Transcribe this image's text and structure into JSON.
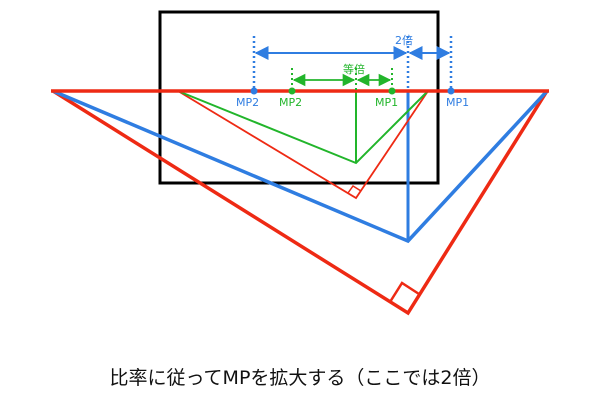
{
  "labels": {
    "blue_mp2": "MP2",
    "blue_mp1": "MP1",
    "green_mp2": "MP2",
    "green_mp1": "MP1",
    "blue_scale": "2倍",
    "green_scale": "等倍"
  },
  "caption": "比率に従ってMPを拡大する（ここでは2倍）",
  "colors": {
    "red": "#ee2a14",
    "blue": "#2f7de1",
    "green": "#22b52b",
    "black": "#000000"
  }
}
